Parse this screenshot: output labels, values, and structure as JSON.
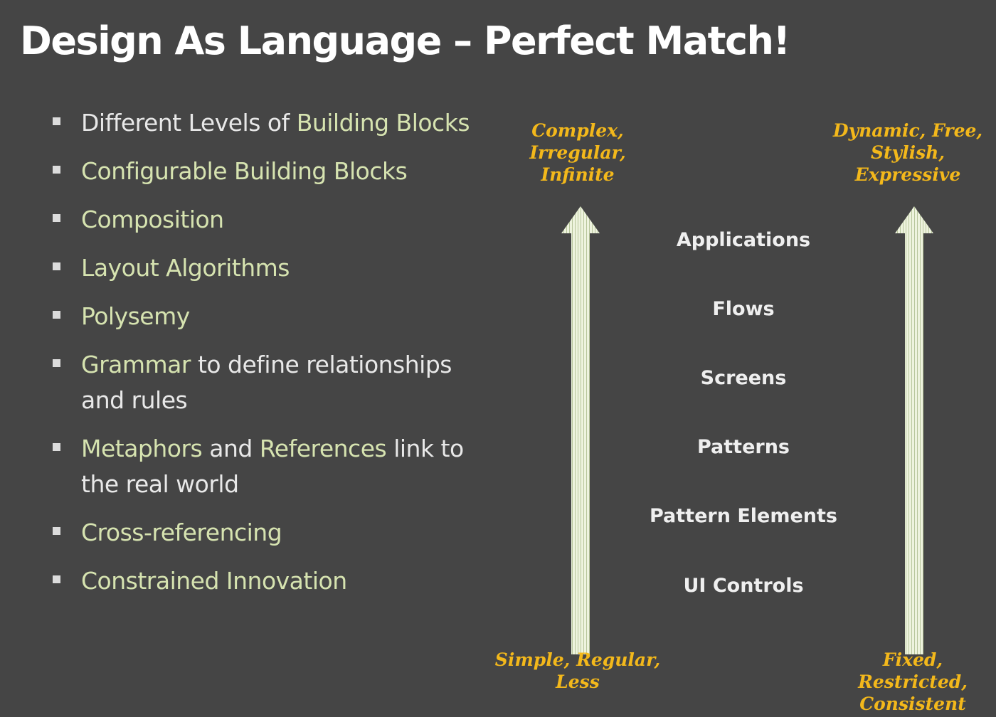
{
  "slide": {
    "title": "Design As Language – Perfect Match!",
    "bullets": [
      {
        "parts": [
          {
            "text": "Different Levels of ",
            "highlight": false
          },
          {
            "text": "Building Blocks",
            "highlight": true
          }
        ]
      },
      {
        "parts": [
          {
            "text": "Configurable Building Blocks",
            "highlight": true
          }
        ]
      },
      {
        "parts": [
          {
            "text": "Composition",
            "highlight": true
          }
        ]
      },
      {
        "parts": [
          {
            "text": "Layout Algorithms",
            "highlight": true
          }
        ]
      },
      {
        "parts": [
          {
            "text": "Polysemy",
            "highlight": true
          }
        ]
      },
      {
        "parts": [
          {
            "text": "Grammar",
            "highlight": true
          },
          {
            "text": " to define relationships and rules",
            "highlight": false
          }
        ]
      },
      {
        "parts": [
          {
            "text": "Metaphors",
            "highlight": true
          },
          {
            "text": " and ",
            "highlight": false
          },
          {
            "text": "References",
            "highlight": true
          },
          {
            "text": " link to the real world",
            "highlight": false
          }
        ]
      },
      {
        "parts": [
          {
            "text": "Cross-referencing",
            "highlight": true
          }
        ]
      },
      {
        "parts": [
          {
            "text": "Constrained Innovation",
            "highlight": true
          }
        ]
      }
    ],
    "left_axis": {
      "top_label": "Complex,\nIrregular,\nInfinite",
      "bottom_label": "Simple, Regular,\nLess"
    },
    "right_axis": {
      "top_label": "Dynamic, Free,\nStylish,\nExpressive",
      "bottom_label": "Fixed, Restricted,\nConsistent"
    },
    "levels": [
      "Applications",
      "Flows",
      "Screens",
      "Patterns",
      "Pattern Elements",
      "UI Controls"
    ]
  },
  "colors": {
    "background": "#454545",
    "title": "#ffffff",
    "text": "#e8e8e8",
    "highlight": "#d6e3b0",
    "axis_label": "#f3b81b",
    "arrow_light": "#eef3de",
    "arrow_dark": "#b7c59b"
  }
}
